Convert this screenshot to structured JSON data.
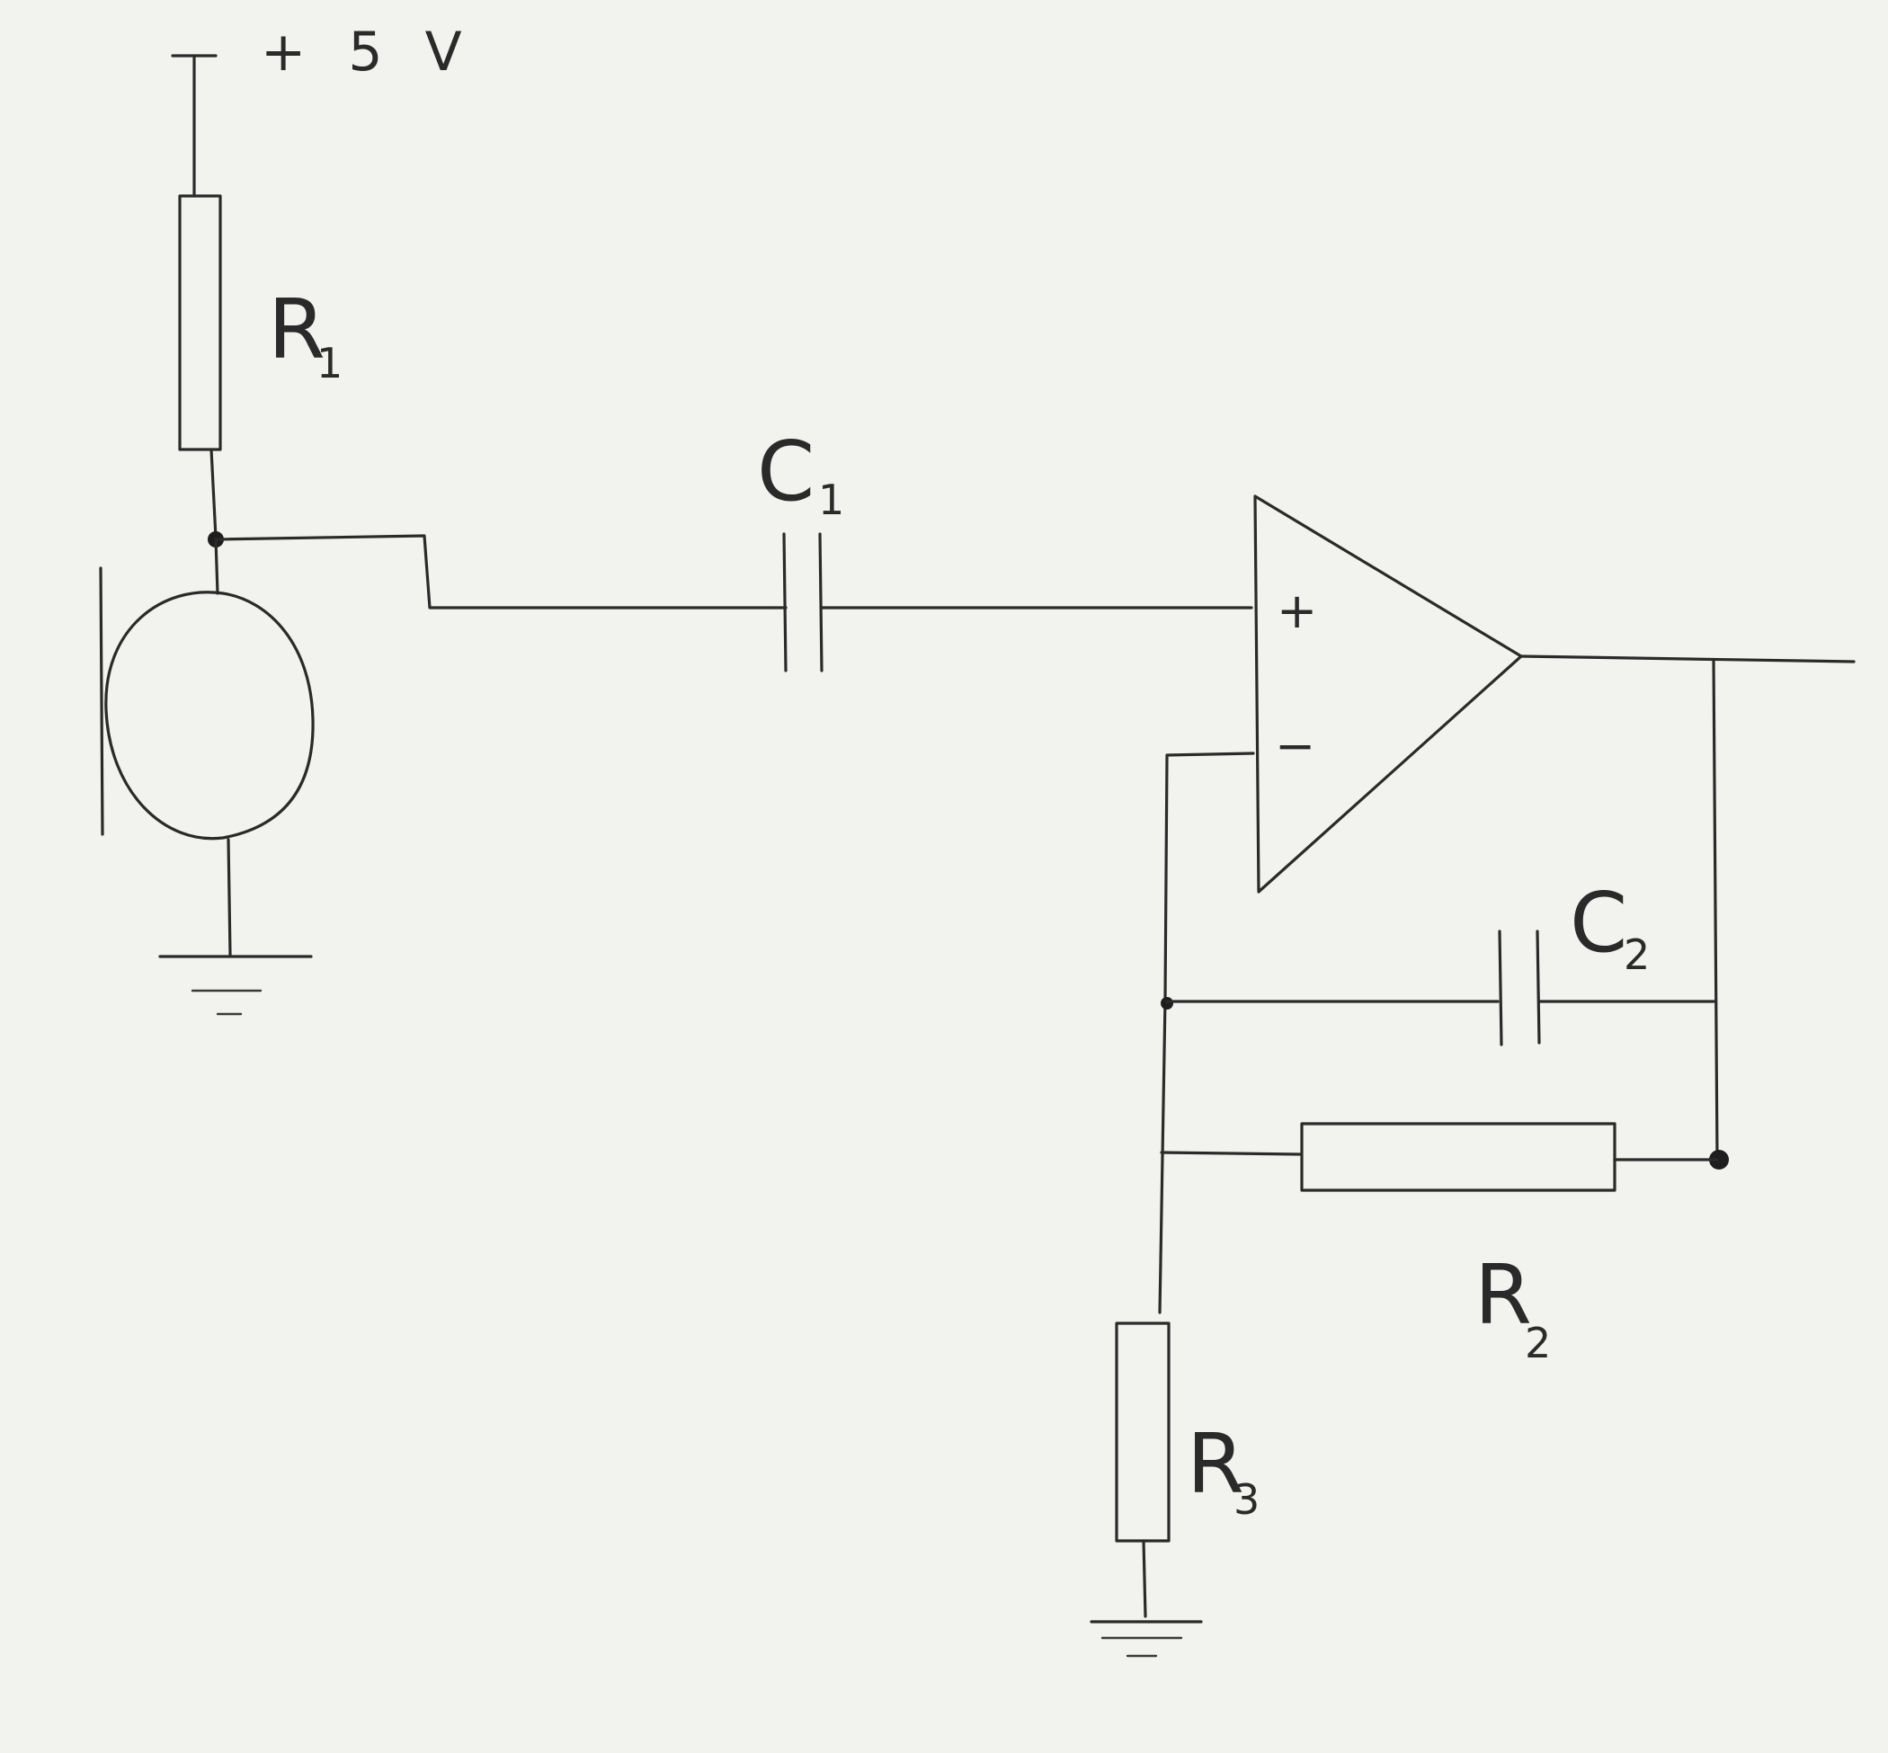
{
  "diagram": {
    "supply_label": "+ 5 V",
    "components": {
      "r1": {
        "letter": "R",
        "index": "1"
      },
      "c1": {
        "letter": "C",
        "index": "1"
      },
      "c2": {
        "letter": "C",
        "index": "2"
      },
      "r2": {
        "letter": "R",
        "index": "2"
      },
      "r3": {
        "letter": "R",
        "index": "3"
      }
    },
    "opamp": {
      "plus_sign": "+",
      "minus_sign": "−"
    }
  },
  "colors": {
    "paper": "#f2f2ef",
    "ink": "#2a2a2a"
  }
}
